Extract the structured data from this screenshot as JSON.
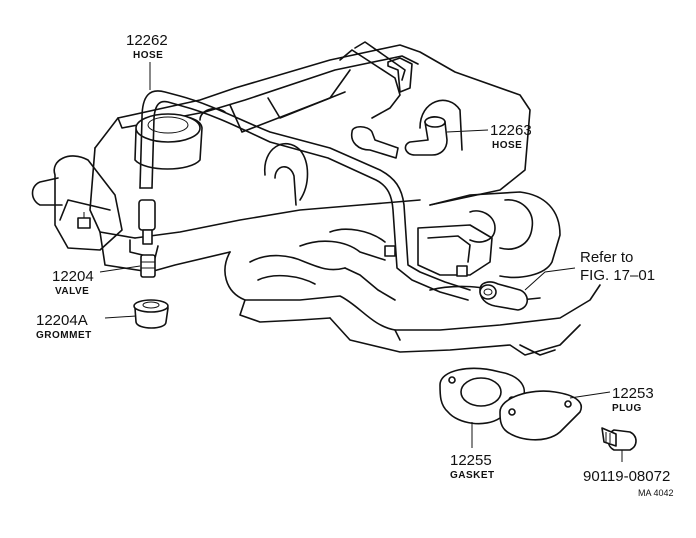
{
  "labels": {
    "hose_upper": {
      "number": "12262",
      "name": "HOSE"
    },
    "hose_right": {
      "number": "12263",
      "name": "HOSE"
    },
    "valve": {
      "number": "12204",
      "name": "VALVE"
    },
    "grommet": {
      "number": "12204A",
      "name": "GROMMET"
    },
    "refer": {
      "line1": "Refer to",
      "line2": "FIG. 17–01"
    },
    "plug": {
      "number": "12253",
      "name": "PLUG"
    },
    "gasket": {
      "number": "12255",
      "name": "GASKET"
    },
    "bolt": {
      "number": "90119-08072"
    },
    "figure_code": "MA 4042"
  }
}
